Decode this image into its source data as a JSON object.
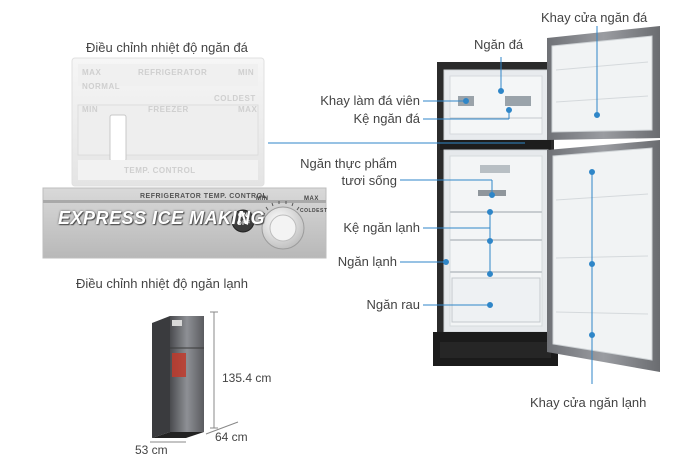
{
  "freezer_panel": {
    "caption": "Điều chỉnh nhiệt độ ngăn đá",
    "max": "MAX",
    "refrigerator": "REFRIGERATOR",
    "min": "MIN",
    "normal": "NORMAL",
    "coldest": "COLDEST",
    "freezer": "FREEZER",
    "temp_control": "TEMP. CONTROL"
  },
  "fridge_panel": {
    "caption": "Điều chỉnh nhiệt độ ngăn lạnh",
    "headline": "EXPRESS ICE MAKING",
    "header_text": "REFRIGERATOR TEMP. CONTROL",
    "button_on": "ON",
    "button_off": "OFF",
    "dial_min": "MIN",
    "dial_max": "MAX",
    "dial_coldest": "COLDEST"
  },
  "callouts": {
    "ngan_da": "Ngăn đá",
    "khay_cua_ngan_da": "Khay cửa ngăn đá",
    "khay_lam_da_vien": "Khay làm đá viên",
    "ke_ngan_da": "Kệ ngăn đá",
    "ngan_thuc_pham_line1": "Ngăn thực phẩm",
    "ngan_thuc_pham_line2": "tươi sống",
    "ke_ngan_lanh": "Kệ ngăn lạnh",
    "ngan_lanh": "Ngăn lạnh",
    "ngan_rau": "Ngăn rau",
    "khay_cua_ngan_lanh": "Khay cửa ngăn lạnh"
  },
  "dimensions": {
    "height": "135.4 cm",
    "depth": "64 cm",
    "width": "53 cm"
  },
  "colors": {
    "callout_line": "#2f86c8",
    "label_text": "#444444",
    "fridge_body": "#2b2b2b",
    "fridge_door": "#8c8e93"
  }
}
